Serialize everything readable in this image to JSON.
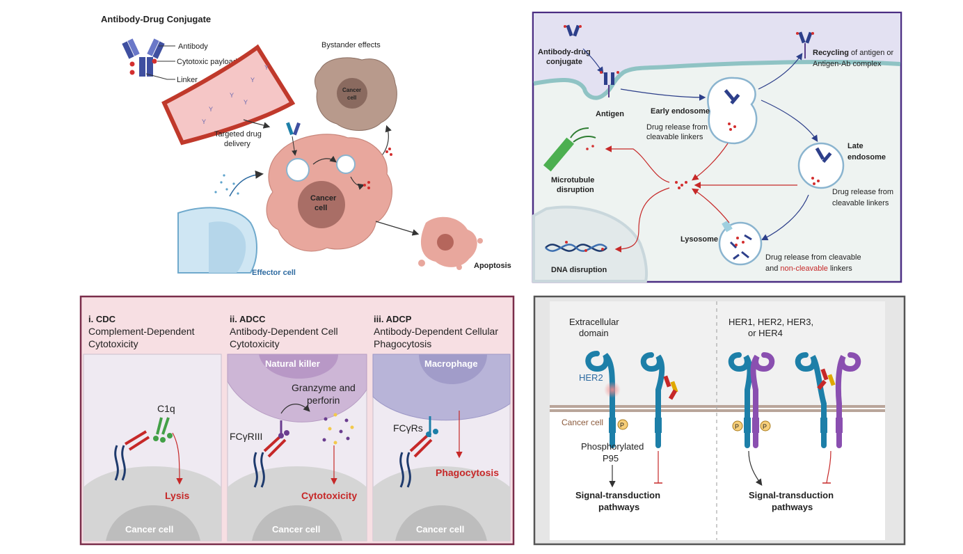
{
  "panel_a": {
    "title": "Antibody-Drug Conjugate",
    "legend_antibody": "Antibody",
    "legend_payload": "Cytotoxic payload",
    "legend_linker": "Linker",
    "bystander": "Bystander effects",
    "bystander_cell_1": "Cancer",
    "bystander_cell_2": "cell",
    "targeted_1": "Targeted drug",
    "targeted_2": "delivery",
    "cancer_cell_1": "Cancer",
    "cancer_cell_2": "cell",
    "effector": "Effector cell",
    "apoptosis": "Apoptosis"
  },
  "panel_b": {
    "adc_1": "Antibody-drug",
    "adc_2": "conjugate",
    "antigen": "Antigen",
    "early": "Early endosome",
    "early_release_1": "Drug release from",
    "early_release_2": "cleavable linkers",
    "recycling_bold": "Recycling",
    "recycling_rest": " of antigen or",
    "recycling_2": "Antigen-Ab complex",
    "late_1": "Late",
    "late_2": "endosome",
    "late_release_1": "Drug release from",
    "late_release_2": "cleavable linkers",
    "micro_1": "Microtubule",
    "micro_2": "disruption",
    "lysosome": "Lysosome",
    "lyso_release_1": "Drug release from cleavable",
    "lyso_release_2a": "and ",
    "lyso_release_2b": "non-cleavable",
    "lyso_release_2c": " linkers",
    "dna": "DNA disruption"
  },
  "panel_c": {
    "cdc_head": "i. CDC",
    "cdc_1": "Complement-Dependent",
    "cdc_2": "Cytotoxicity",
    "adcc_head": "ii. ADCC",
    "adcc_1": "Antibody-Dependent Cell",
    "adcc_2": "Cytotoxicity",
    "adcp_head": "iii. ADCP",
    "adcp_1": "Antibody-Dependent Cellular",
    "adcp_2": "Phagocytosis",
    "c1q": "C1q",
    "lysis": "Lysis",
    "nk": "Natural killer",
    "granzyme_1": "Granzyme and",
    "granzyme_2": "perforin",
    "fcr3": "FCγRIII",
    "cytotox": "Cytotoxicity",
    "macrophage": "Macrophage",
    "fcrs": "FCγRs",
    "phago": "Phagocytosis",
    "cancer_cell": "Cancer cell"
  },
  "panel_d": {
    "extra_1": "Extracellular",
    "extra_2": "domain",
    "her2": "HER2",
    "cancer_cell": "Cancer cell",
    "phos_1": "Phosphorylated",
    "phos_2": "P95",
    "sig_1": "Signal-transduction",
    "sig_2": "pathways",
    "her_family_1": "HER1, HER2, HER3,",
    "her_family_2": "or HER4",
    "p": "P"
  },
  "colors": {
    "purple_border": "#4b2e83",
    "maroon_border": "#7a2d4a",
    "gray_border": "#555555",
    "accent_red": "#c62828",
    "receptor_blue": "#1d7fa8",
    "receptor_purple": "#8a4fb0"
  }
}
